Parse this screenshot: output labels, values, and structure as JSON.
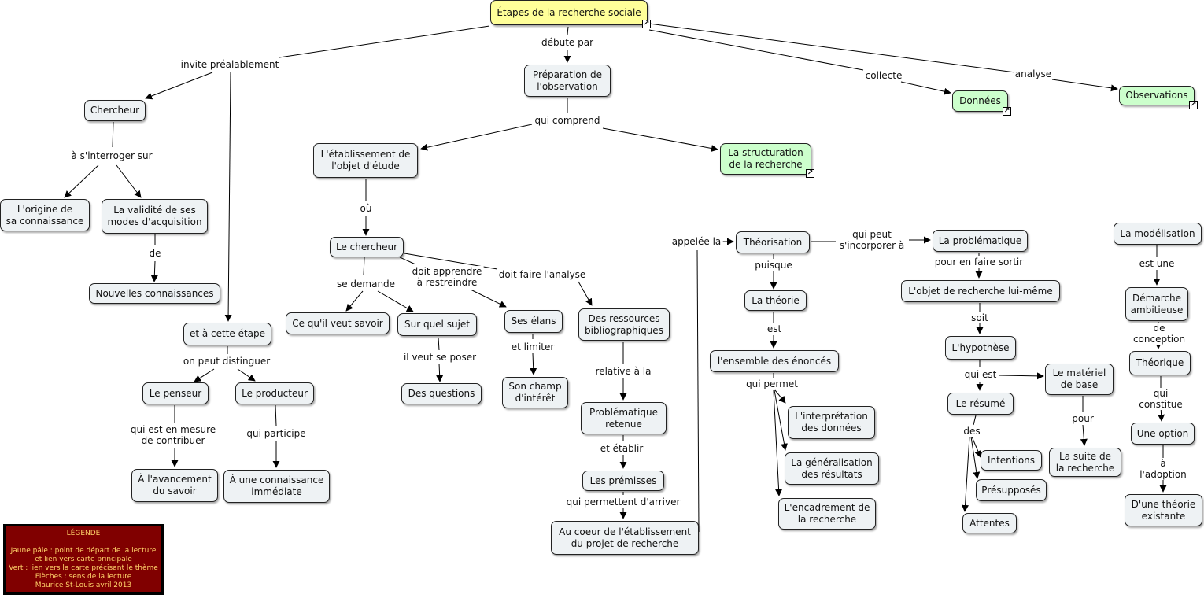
{
  "nodes": [
    {
      "id": "root",
      "text": "Étapes de la recherche sociale",
      "style": "root"
    },
    {
      "id": "prep",
      "text": "Préparation de\nl'observation"
    },
    {
      "id": "chercheur1",
      "text": "Chercheur"
    },
    {
      "id": "origine",
      "text": "L'origine de\nsa connaissance"
    },
    {
      "id": "validite",
      "text": "La validité de ses\nmodes d'acquisition"
    },
    {
      "id": "nouvelles",
      "text": "Nouvelles connaissances"
    },
    {
      "id": "etape",
      "text": "et à cette étape"
    },
    {
      "id": "penseur",
      "text": "Le penseur"
    },
    {
      "id": "producteur",
      "text": "Le producteur"
    },
    {
      "id": "avancement",
      "text": "À l'avancement\ndu savoir"
    },
    {
      "id": "connimm",
      "text": "À une connaissance\nimmédiate"
    },
    {
      "id": "objet",
      "text": "L'établissement de\nl'objet d'étude"
    },
    {
      "id": "structuration",
      "text": "La structuration\nde la recherche",
      "style": "green"
    },
    {
      "id": "donnees",
      "text": "Données",
      "style": "green"
    },
    {
      "id": "observations",
      "text": "Observations",
      "style": "green"
    },
    {
      "id": "lechercheur",
      "text": "Le chercheur"
    },
    {
      "id": "veutsavoir",
      "text": "Ce qu'il veut savoir"
    },
    {
      "id": "sursujet",
      "text": "Sur quel sujet"
    },
    {
      "id": "questions",
      "text": "Des questions"
    },
    {
      "id": "elans",
      "text": "Ses élans"
    },
    {
      "id": "champ",
      "text": "Son champ\nd'intérêt"
    },
    {
      "id": "ressources",
      "text": "Des ressources\nbibliographiques"
    },
    {
      "id": "problretenue",
      "text": "Problématique\nretenue"
    },
    {
      "id": "premisses",
      "text": "Les prémisses"
    },
    {
      "id": "coeur",
      "text": "Au coeur de l'établissement\ndu projet de recherche"
    },
    {
      "id": "theorisation",
      "text": "Théorisation"
    },
    {
      "id": "theorie",
      "text": "La théorie"
    },
    {
      "id": "enonces",
      "text": "l'ensemble des énoncés"
    },
    {
      "id": "interpretation",
      "text": "L'interprétation\ndes données"
    },
    {
      "id": "generalisation",
      "text": "La généralisation\ndes résultats"
    },
    {
      "id": "encadrement",
      "text": "L'encadrement de\nla recherche"
    },
    {
      "id": "problematique",
      "text": "La problématique"
    },
    {
      "id": "objetlm",
      "text": "L'objet de recherche lui-même"
    },
    {
      "id": "hypothese",
      "text": "L'hypothèse"
    },
    {
      "id": "resume",
      "text": "Le résumé"
    },
    {
      "id": "materiel",
      "text": "Le matériel\nde base"
    },
    {
      "id": "suite",
      "text": "La suite de\nla recherche"
    },
    {
      "id": "intentions",
      "text": "Intentions"
    },
    {
      "id": "presupposes",
      "text": "Présupposés"
    },
    {
      "id": "attentes",
      "text": "Attentes"
    },
    {
      "id": "modelisation",
      "text": "La modélisation"
    },
    {
      "id": "demarche",
      "text": "Démarche\nambitieuse"
    },
    {
      "id": "theorique",
      "text": "Théorique"
    },
    {
      "id": "option",
      "text": "Une option"
    },
    {
      "id": "theorieex",
      "text": "D'une théorie\nexistante"
    }
  ],
  "link_labels": [
    "invite préalablement",
    "débute par",
    "collecte",
    "analyse",
    "à s'interroger sur",
    "de",
    "on peut distinguer",
    "qui est en mesure\nde contribuer",
    "qui participe",
    "qui comprend",
    "où",
    "se demande",
    "doit apprendre\nà restreindre",
    "doit faire l'analyse",
    "il veut se poser",
    "et limiter",
    "relative à la",
    "et établir",
    "qui permettent d'arriver",
    "appelée la",
    "qui peut\ns'incorporer à",
    "puisque",
    "est",
    "qui permet",
    "pour en faire sortir",
    "soit",
    "qui est",
    "des",
    "pour",
    "est une",
    "de conception",
    "qui constitue",
    "à l'adoption"
  ],
  "legend": {
    "title": "LÉGENDE",
    "lines": [
      "Jaune pâle : point de départ de la lecture",
      "et lien vers carte principale",
      "Vert : lien vers la carte précisant le thème",
      "Flèches : sens de la lecture",
      "Maurice St-Louis avril 2013"
    ]
  },
  "colors": {
    "root": "#ffff99",
    "theme_link": "#ccffcc",
    "node": "#eef2f4",
    "legend_bg": "#800000",
    "legend_text": "#ffd36a"
  },
  "icons": {
    "map_link": "shortcut-arrow-icon"
  }
}
